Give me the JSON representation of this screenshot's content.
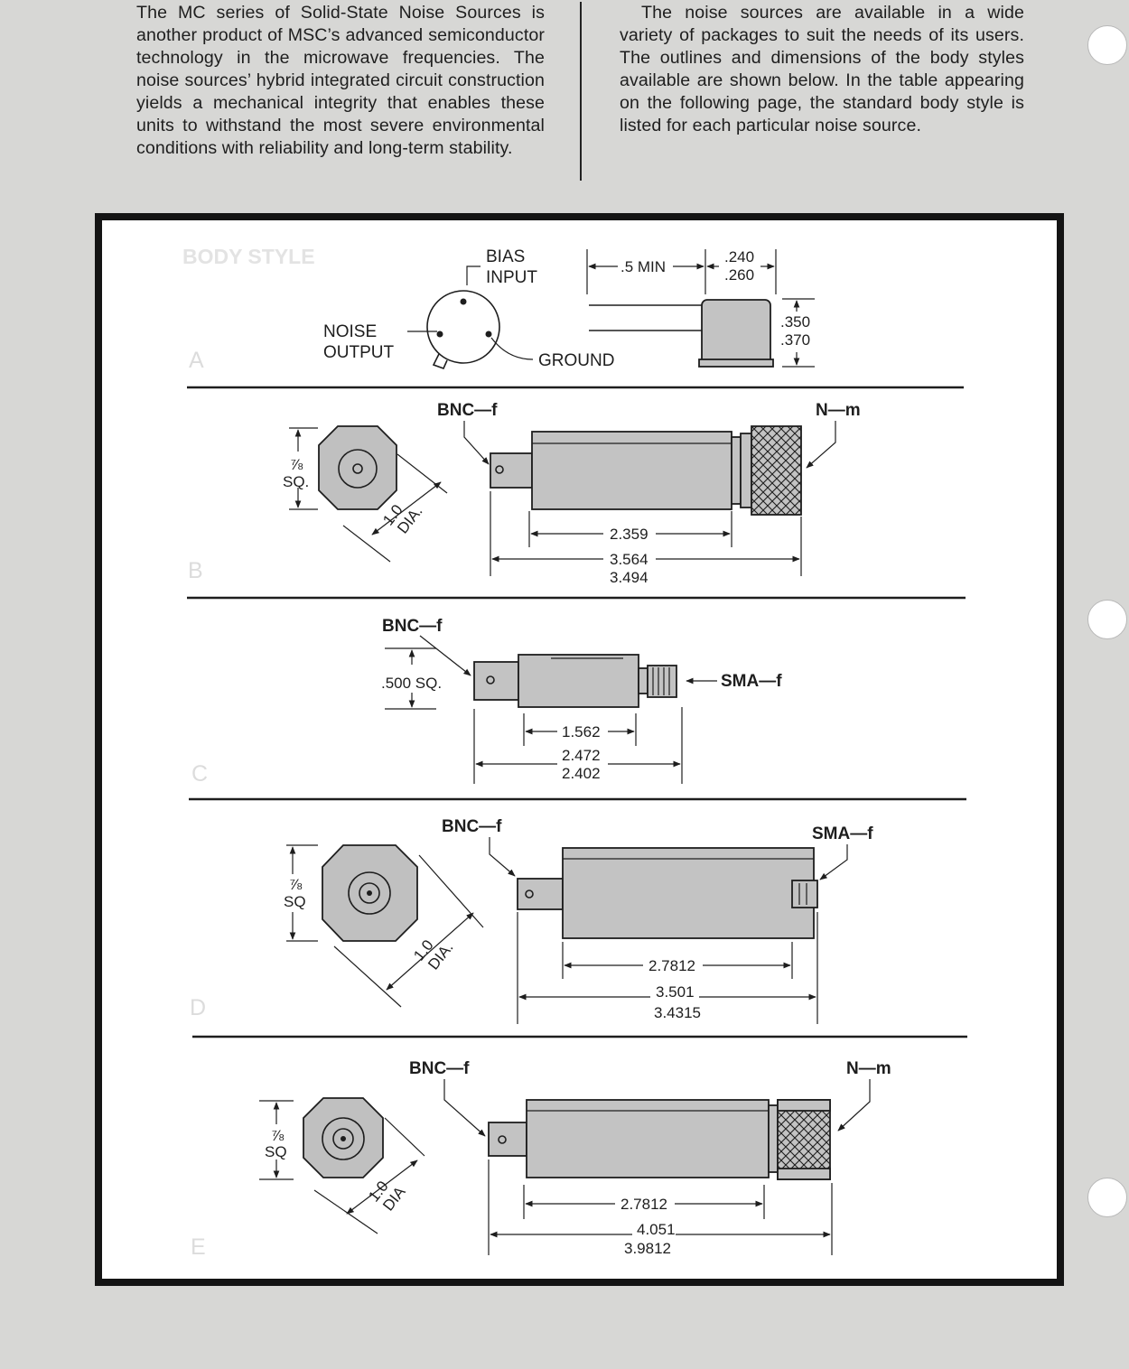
{
  "intro": {
    "left": "The MC series of Solid-State Noise Sources is another product of MSC’s advanced semiconductor technology in the microwave frequencies. The noise sources’ hybrid integrated circuit construction yields a mechanical integrity that enables these units to withstand the most severe environmental conditions with reliability and long-term stability.",
    "right": "The noise sources are available in a wide variety of packages to suit the needs of its users. The outlines and dimensions of the body styles available are shown below. In the table appearing on the following page, the standard body style is listed for each particular noise source."
  },
  "panel": {
    "title": "BODY STYLE"
  },
  "style_a": {
    "letter": "A",
    "bias_line1": "BIAS",
    "bias_line2": "INPUT",
    "noise_line1": "NOISE",
    "noise_line2": "OUTPUT",
    "ground": "GROUND",
    "lead_min": ".5 MIN",
    "can_len_1": ".240",
    "can_len_2": ".260",
    "height_1": ".350",
    "height_2": ".370"
  },
  "style_b": {
    "letter": "B",
    "square": "⅞",
    "square_unit": "SQ.",
    "dia_line1": "1.0",
    "dia_line2": "DIA.",
    "conn_left": "BNC—f",
    "conn_right": "N—m",
    "body_len": "2.359",
    "overall_1": "3.564",
    "overall_2": "3.494"
  },
  "style_c": {
    "letter": "C",
    "square": ".500 SQ.",
    "conn_left": "BNC—f",
    "conn_right": "SMA—f",
    "body_len": "1.562",
    "overall_1": "2.472",
    "overall_2": "2.402"
  },
  "style_d": {
    "letter": "D",
    "square": "⅞",
    "square_unit": "SQ",
    "dia_line1": "1.0",
    "dia_line2": "DIA.",
    "conn_left": "BNC—f",
    "conn_right": "SMA—f",
    "body_len": "2.7812",
    "overall_1": "3.501",
    "overall_2": "3.4315"
  },
  "style_e": {
    "letter": "E",
    "square": "⅞",
    "square_unit": "SQ",
    "dia_line1": "1.0",
    "dia_line2": "DIA",
    "conn_left": "BNC—f",
    "conn_right": "N—m",
    "body_len": "2.7812",
    "overall_1": "4.051",
    "overall_2": "3.9812"
  }
}
